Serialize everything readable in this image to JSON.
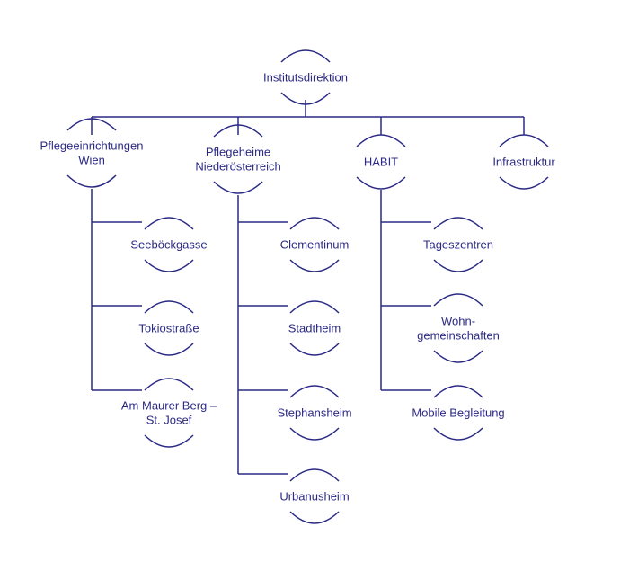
{
  "diagram": {
    "colors": {
      "line": "#2b2a86",
      "text": "#2b2a86",
      "background": "#ffffff"
    },
    "root": {
      "label_lines": [
        "Institutsdirektion"
      ]
    },
    "branches": [
      {
        "label_lines": [
          "Pflegeeinrichtungen",
          "Wien"
        ],
        "children": [
          {
            "label_lines": [
              "Seeböckgasse"
            ]
          },
          {
            "label_lines": [
              "Tokiostraße"
            ]
          },
          {
            "label_lines": [
              "Am Maurer Berg –",
              "St. Josef"
            ]
          }
        ]
      },
      {
        "label_lines": [
          "Pflegeheime",
          "Niederösterreich"
        ],
        "children": [
          {
            "label_lines": [
              "Clementinum"
            ]
          },
          {
            "label_lines": [
              "Stadtheim"
            ]
          },
          {
            "label_lines": [
              "Stephansheim"
            ]
          },
          {
            "label_lines": [
              "Urbanusheim"
            ]
          }
        ]
      },
      {
        "label_lines": [
          "HABIT"
        ],
        "children": [
          {
            "label_lines": [
              "Tageszentren"
            ]
          },
          {
            "label_lines": [
              "Wohn-",
              "gemeinschaften"
            ]
          },
          {
            "label_lines": [
              "Mobile Begleitung"
            ]
          }
        ]
      },
      {
        "label_lines": [
          "Infrastruktur"
        ],
        "children": []
      }
    ]
  }
}
